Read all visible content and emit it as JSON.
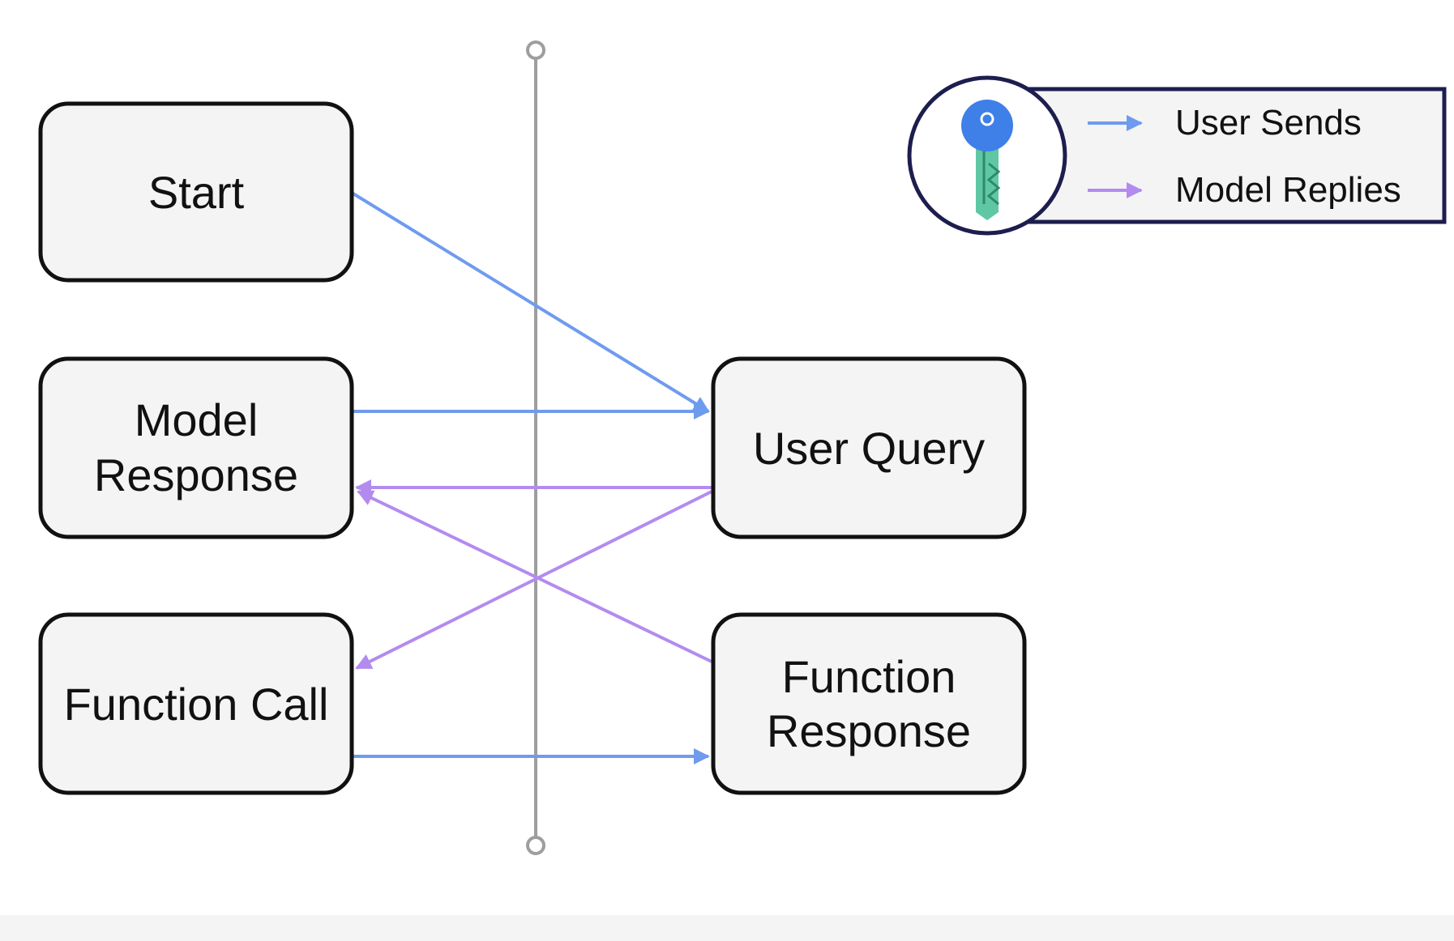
{
  "colors": {
    "user_sends": "#6f9bef",
    "model_replies": "#b38bef",
    "node_fill": "#f4f4f4",
    "node_stroke": "#111111",
    "divider": "#9e9e9e",
    "legend_border": "#1d1d4f",
    "key_head": "#3f7fe8",
    "key_shaft": "#5fc7a3"
  },
  "nodes": {
    "start": {
      "lines": [
        "Start"
      ]
    },
    "model_response": {
      "lines": [
        "Model",
        "Response"
      ]
    },
    "function_call": {
      "lines": [
        "Function Call"
      ]
    },
    "user_query": {
      "lines": [
        "User Query"
      ]
    },
    "function_response": {
      "lines": [
        "Function",
        "Response"
      ]
    }
  },
  "edges": [
    {
      "from": "start",
      "to": "user_query",
      "kind": "user_sends"
    },
    {
      "from": "model_response",
      "to": "user_query",
      "kind": "user_sends"
    },
    {
      "from": "user_query",
      "to": "model_response",
      "kind": "model_replies"
    },
    {
      "from": "user_query",
      "to": "function_call",
      "kind": "model_replies"
    },
    {
      "from": "function_response",
      "to": "model_response",
      "kind": "model_replies"
    },
    {
      "from": "function_call",
      "to": "function_response",
      "kind": "user_sends"
    }
  ],
  "legend": {
    "icon": "key-icon",
    "items": [
      {
        "label": "User Sends",
        "kind": "user_sends"
      },
      {
        "label": "Model Replies",
        "kind": "model_replies"
      }
    ]
  }
}
